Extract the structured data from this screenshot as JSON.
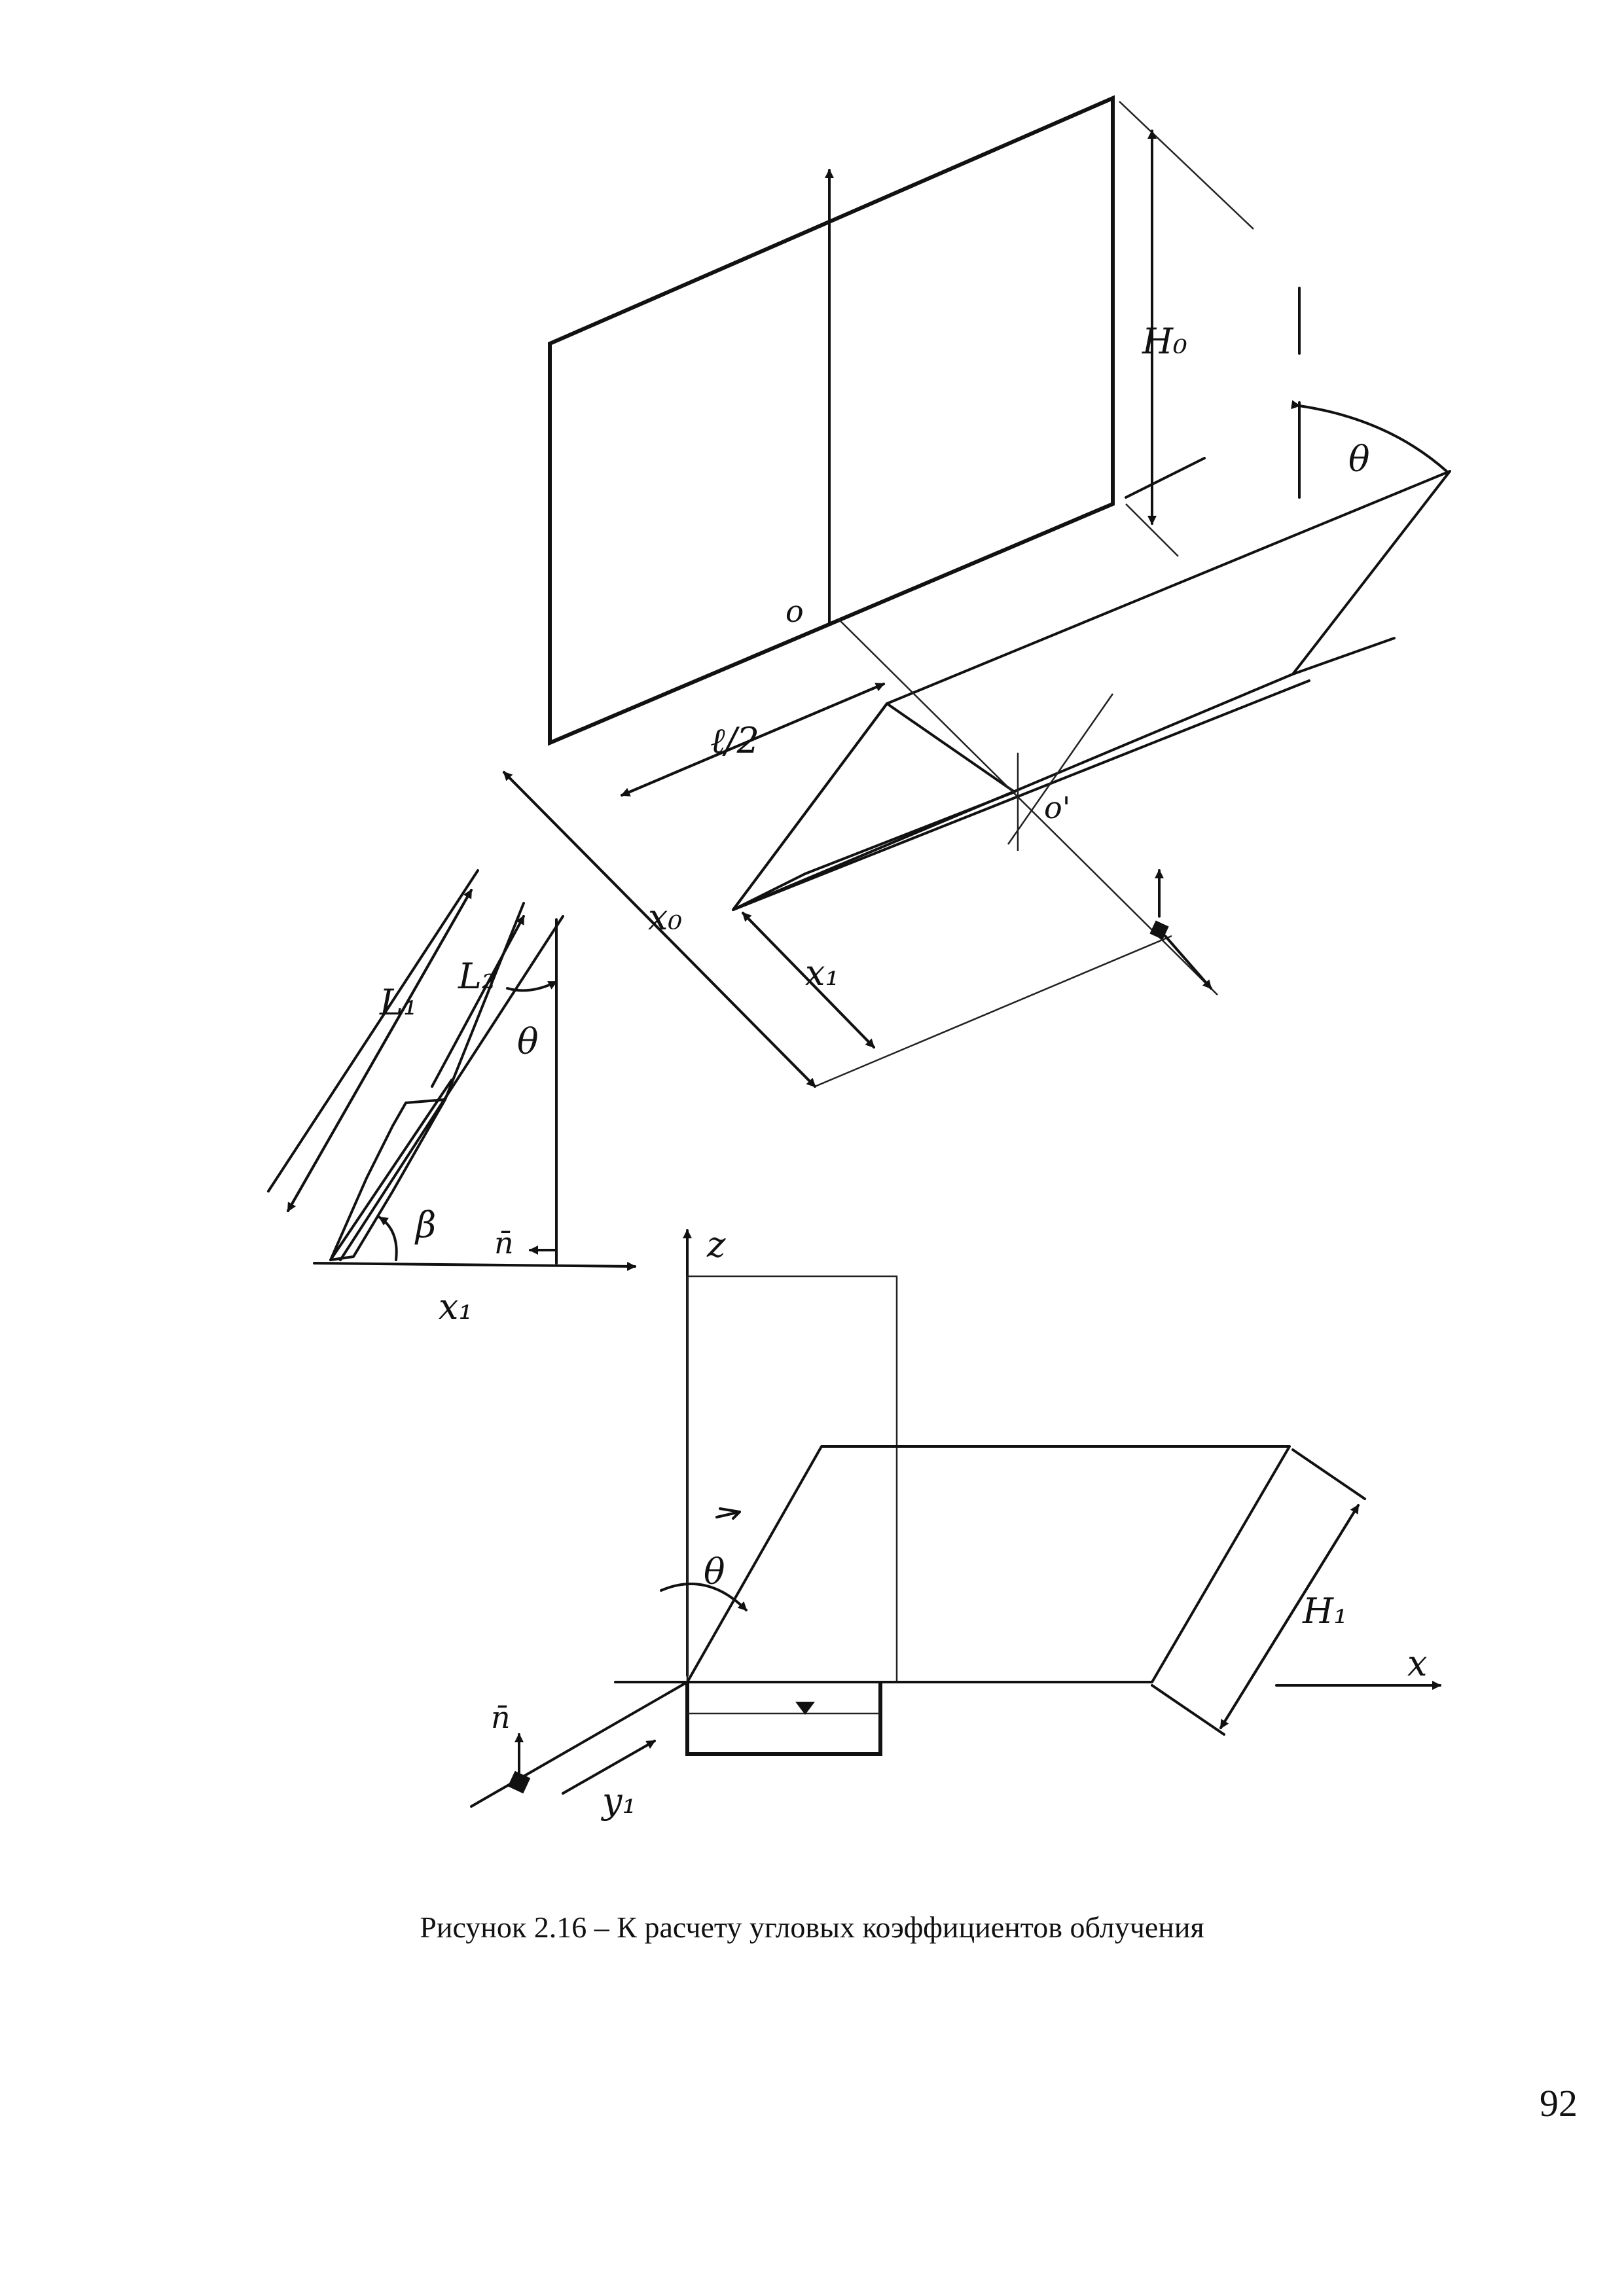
{
  "figure": {
    "labels": {
      "h0": "H₀",
      "theta": "θ",
      "o": "o",
      "o_prime": "o'",
      "l_half": "ℓ/2",
      "x0": "x₀",
      "x1": "x₁",
      "l1": "L₁",
      "l2": "L₂",
      "beta": "β",
      "n": "n̄",
      "z": "z",
      "x": "x",
      "h1": "H₁",
      "y1": "y₁"
    }
  },
  "caption": "Рисунок 2.16 – К расчету угловых коэффициентов облучения",
  "page_number": "92"
}
